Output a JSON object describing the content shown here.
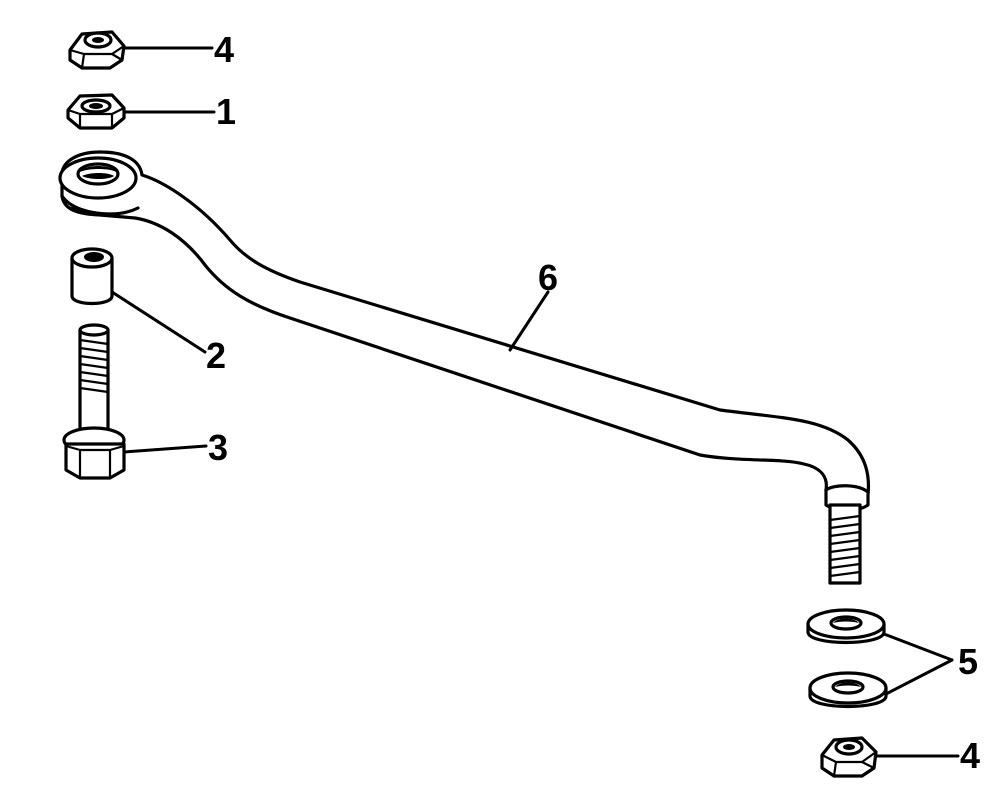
{
  "callouts": {
    "c4_top": "4",
    "c1": "1",
    "c6": "6",
    "c2": "2",
    "c3": "3",
    "c5": "5",
    "c4_bottom": "4"
  }
}
